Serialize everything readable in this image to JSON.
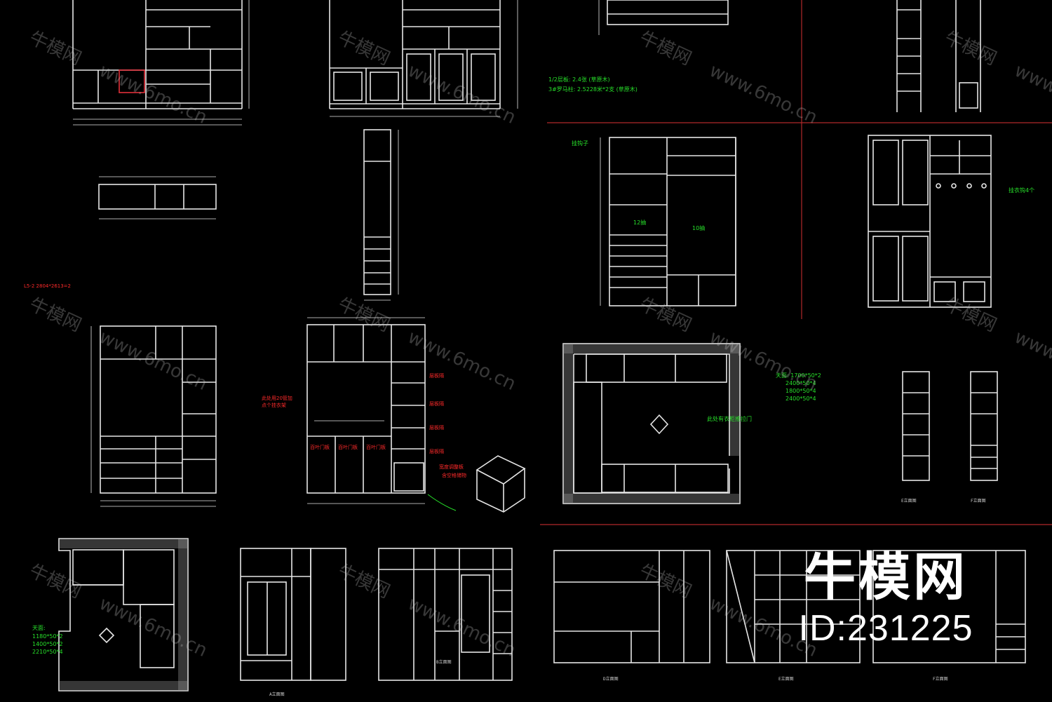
{
  "watermark": {
    "logo": "牛模网",
    "url": "www.6mo.cn"
  },
  "brand": {
    "name": "牛模网",
    "id": "ID:231225"
  },
  "notes": {
    "top_material_1": "1/2层板: 2.4张 (草原木)",
    "top_material_2": "3#罗马柱: 2.5228米*2支 (草原木)",
    "hook_label": "挂钩子",
    "drawer_12": "12抽",
    "drawer_10": "10抽",
    "hooks_4": "挂衣钩4个",
    "left_red": "L5-2  2804*2613=2",
    "red_shelf_1": "此处用20管加",
    "red_shelf_2": "点个挂衣架",
    "red_side_1": "层板隔",
    "red_side_2": "层板隔",
    "red_side_3": "层板隔",
    "red_side_4": "层板隔",
    "red_door_1": "百叶门板",
    "red_door_2": "百叶门板",
    "red_door_3": "百叶门板",
    "red_small_1": "宽度调整板",
    "red_small_2": "含空格储物",
    "room_spec_1": "天面: 1700*50*2",
    "room_spec_2": "2400*50*4",
    "room_spec_3": "1800*50*4",
    "room_spec_4": "2400*50*4",
    "room_center": "此处有衣柜推拉门",
    "lower_spec_title": "天面:",
    "lower_spec_1": "1180*50*2",
    "lower_spec_2": "1400*50*2",
    "lower_spec_3": "2210*50*4",
    "label_a": "A立面图",
    "label_b": "B立面图",
    "label_e": "E立面图",
    "label_f": "F立面图",
    "label_d2": "D立面图",
    "label_e2": "E立面图",
    "label_f2": "F立面图"
  },
  "colors": {
    "background": "#000000",
    "lines": "#e6e6e6",
    "green_notes": "#27e02a",
    "red_notes": "#ff2a2a",
    "red_divider": "#b0282a"
  }
}
